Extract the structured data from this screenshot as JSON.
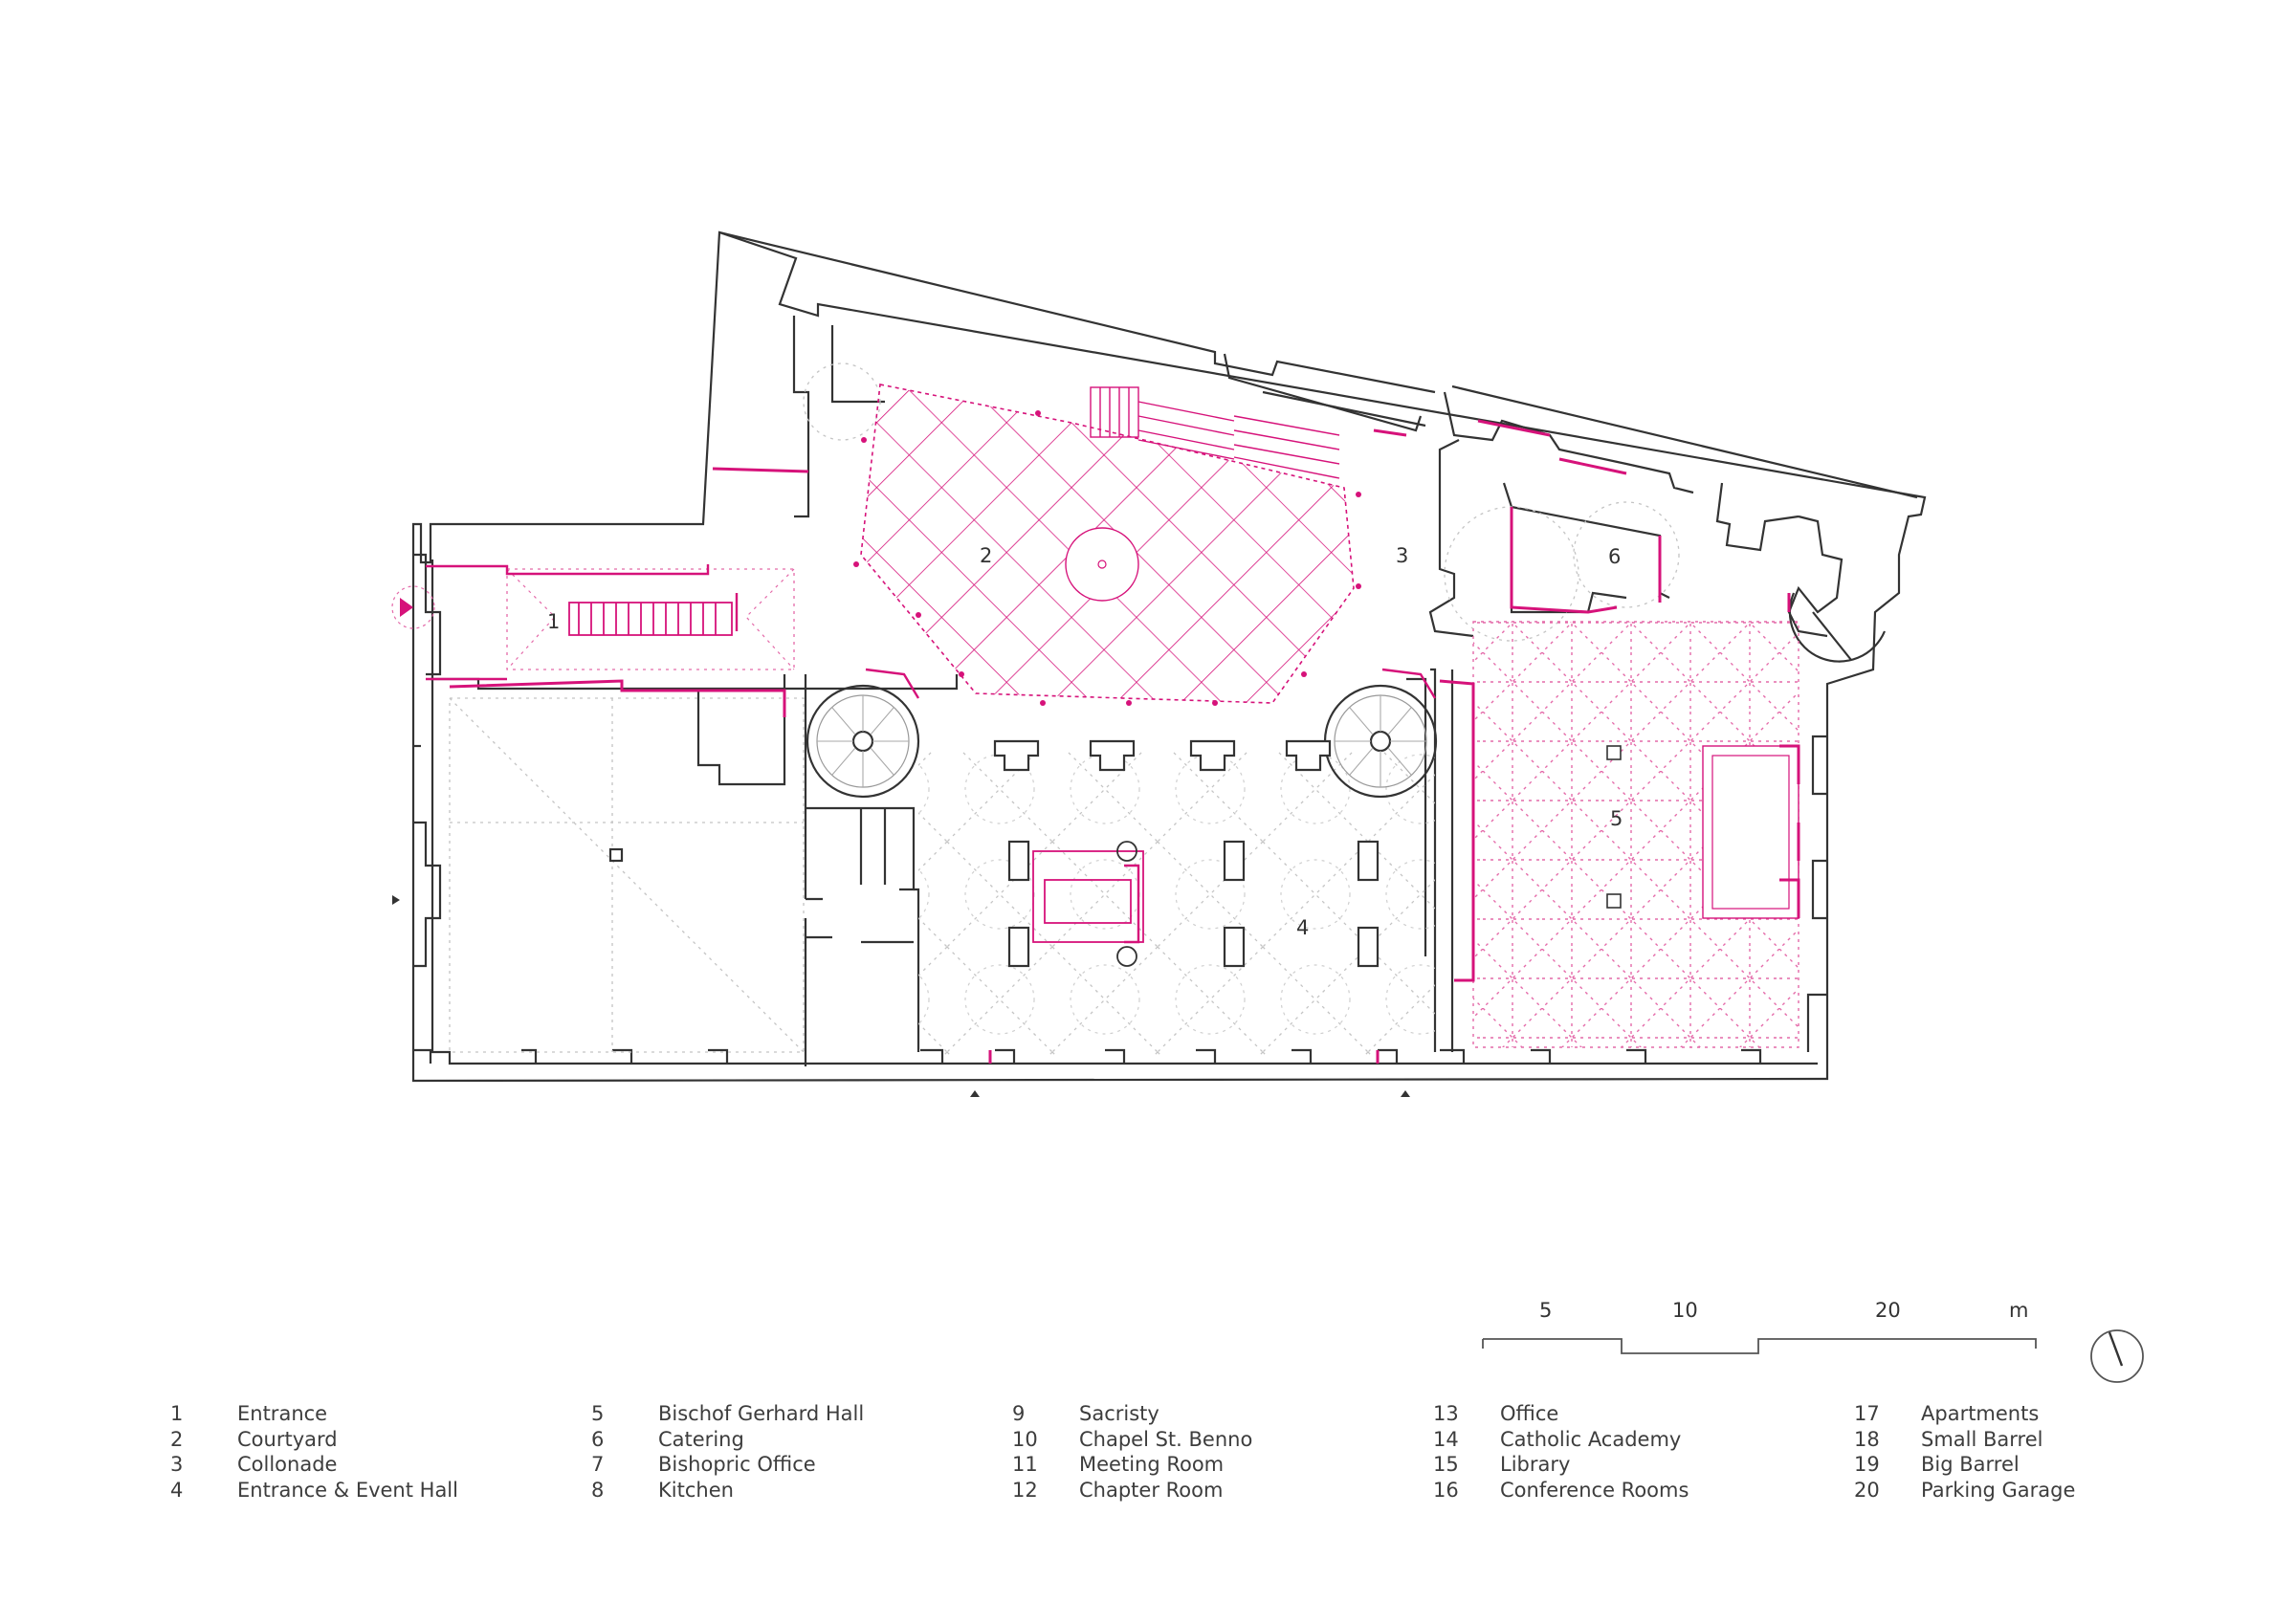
{
  "colors": {
    "wall": "#333333",
    "accent": "#d6127a",
    "dotted": "#b9b9b9",
    "text": "#3d3d3d"
  },
  "room_labels": [
    {
      "id": "entrance",
      "text": "1"
    },
    {
      "id": "courtyard",
      "text": "2"
    },
    {
      "id": "collonade",
      "text": "3"
    },
    {
      "id": "event-hall",
      "text": "4"
    },
    {
      "id": "bischof-hall",
      "text": "5"
    },
    {
      "id": "catering",
      "text": "6"
    }
  ],
  "scale_bar": {
    "labels": [
      "5",
      "10",
      "20",
      "m"
    ]
  },
  "north_arrow": {
    "icon": "north-arrow-icon"
  },
  "legend": [
    [
      {
        "num": "1",
        "name": "Entrance"
      },
      {
        "num": "2",
        "name": "Courtyard"
      },
      {
        "num": "3",
        "name": "Collonade"
      },
      {
        "num": "4",
        "name": "Entrance & Event Hall"
      }
    ],
    [
      {
        "num": "5",
        "name": "Bischof Gerhard Hall"
      },
      {
        "num": "6",
        "name": "Catering"
      },
      {
        "num": "7",
        "name": "Bishopric Office"
      },
      {
        "num": "8",
        "name": "Kitchen"
      }
    ],
    [
      {
        "num": "9",
        "name": "Sacristy"
      },
      {
        "num": "10",
        "name": "Chapel St. Benno"
      },
      {
        "num": "11",
        "name": "Meeting Room"
      },
      {
        "num": "12",
        "name": "Chapter Room"
      }
    ],
    [
      {
        "num": "13",
        "name": "Office"
      },
      {
        "num": "14",
        "name": "Catholic Academy"
      },
      {
        "num": "15",
        "name": "Library"
      },
      {
        "num": "16",
        "name": "Conference Rooms"
      }
    ],
    [
      {
        "num": "17",
        "name": "Apartments"
      },
      {
        "num": "18",
        "name": "Small Barrel"
      },
      {
        "num": "19",
        "name": "Big Barrel"
      },
      {
        "num": "20",
        "name": "Parking Garage"
      }
    ]
  ]
}
